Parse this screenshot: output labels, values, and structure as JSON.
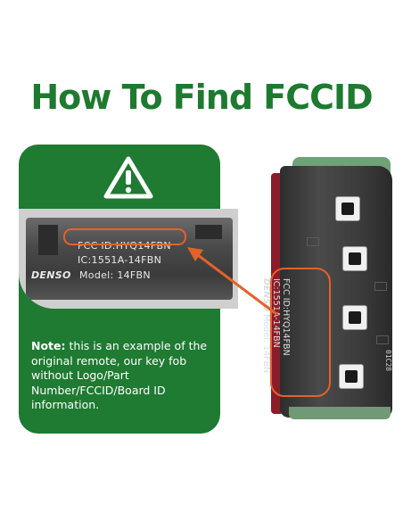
{
  "headline": "How To Find FCCID",
  "card": {
    "warning_icon": "warning-triangle-icon",
    "note_label": "Note:",
    "note_text": " this is an example of the original remote, our key fob without Logo/Part Number/FCCID/Board ID information."
  },
  "zoomed_label": {
    "line1": "FCC ID:HYQ14FBN",
    "line2": "IC:1551A-14FBN",
    "brand": "DENSO",
    "model": "Model: 14FBN"
  },
  "remote_label": {
    "line1": "FCC ID:HYQ14FBN",
    "line2": "IC:1551A-14FBN",
    "brand": "DENSO",
    "model": "Model: 14FBN",
    "code": "01C28"
  },
  "colors": {
    "brand_green": "#1d7a2f",
    "highlight_orange": "#e4622a"
  }
}
